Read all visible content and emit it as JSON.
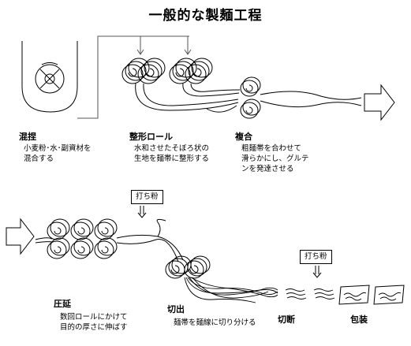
{
  "title": "一般的な製麺工程",
  "steps": {
    "mixing": {
      "label": "混捏",
      "desc": [
        "小麦粉･水･副資材を",
        "混合する"
      ]
    },
    "forming": {
      "label": "整形ロール",
      "desc": [
        "水和させたそぼろ状の",
        "生地を麺帯に整形する"
      ]
    },
    "compound": {
      "label": "複合",
      "desc": [
        "粗麺帯を合わせて",
        "滑らかにし、グルテ",
        "ンを発達させる"
      ]
    },
    "rolling": {
      "label": "圧延",
      "desc": [
        "数回ロールにかけて",
        "目的の厚さに伸ばす"
      ]
    },
    "slitting": {
      "label": "切出",
      "desc": [
        "麺帯を麺線に切り分ける"
      ]
    },
    "cutting": {
      "label": "切断"
    },
    "packaging": {
      "label": "包装"
    }
  },
  "dusting_label_1": "打ち粉",
  "dusting_label_2": "打ち粉"
}
